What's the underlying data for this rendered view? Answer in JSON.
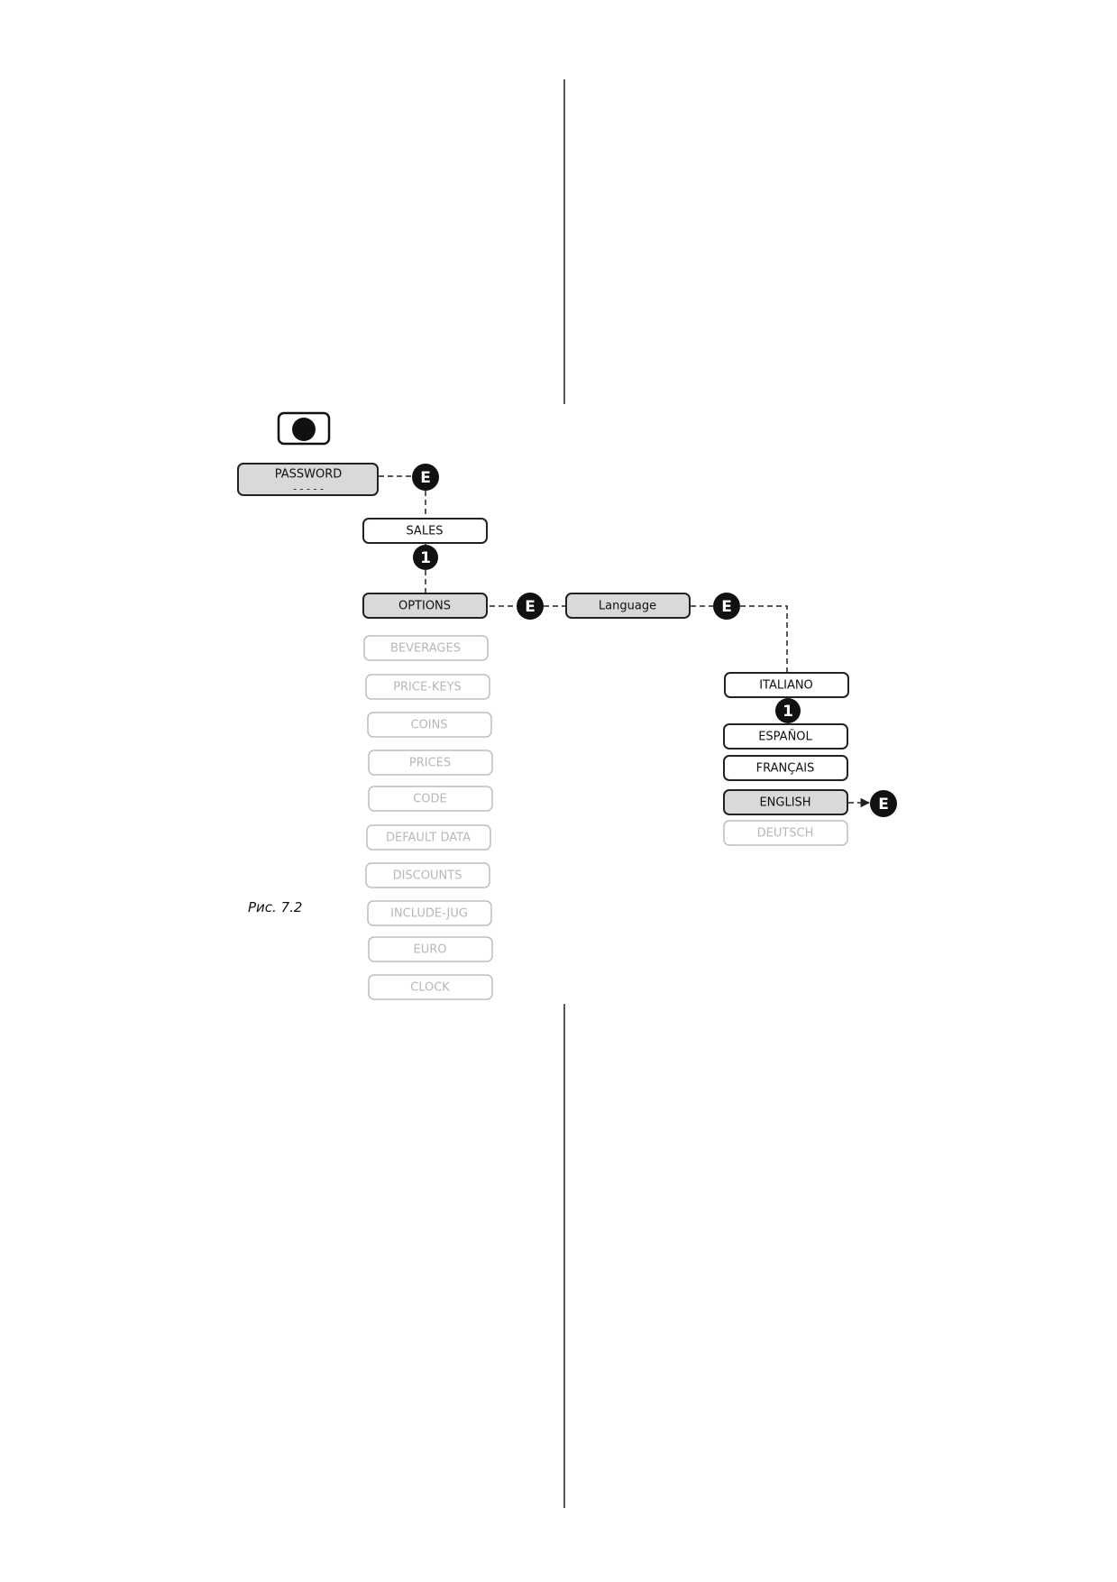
{
  "password": {
    "label": "PASSWORD",
    "mask": "- - - - -"
  },
  "keys": {
    "enter": "E",
    "next": "1"
  },
  "menu": {
    "sales": "SALES",
    "options": "OPTIONS",
    "submenu": [
      "BEVERAGES",
      "PRICE-KEYS",
      "COINS",
      "PRICES",
      "CODE",
      "DEFAULT DATA",
      "DISCOUNTS",
      "INCLUDE-JUG",
      "EURO",
      "CLOCK"
    ]
  },
  "language": {
    "label": "Language",
    "options": [
      "ITALIANO",
      "ESPAÑOL",
      "FRANÇAIS",
      "ENGLISH",
      "DEUTSCH"
    ]
  },
  "caption": "Рис. 7.2"
}
